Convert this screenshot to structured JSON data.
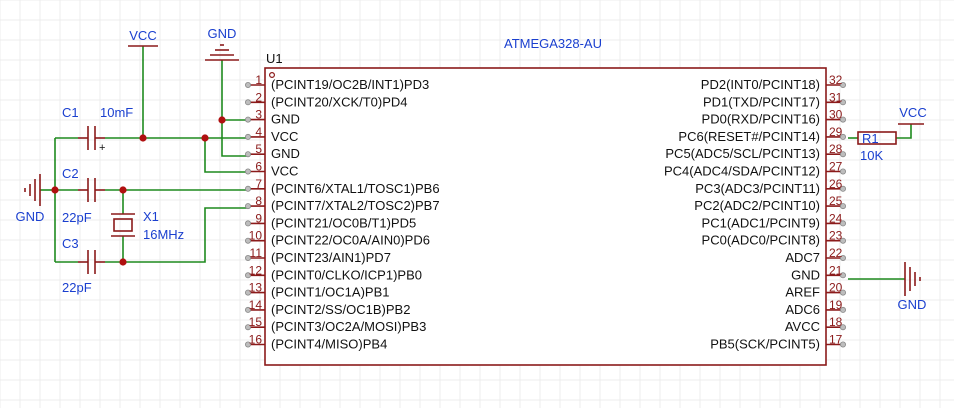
{
  "colors": {
    "grid": "#ececec",
    "wire": "#1e8a1e",
    "comp": "#8b1a1a",
    "label": "#1a3fcf",
    "text": "#111111",
    "junction": "#b01010"
  },
  "chip": {
    "ref": "U1",
    "part": "ATMEGA328-AU",
    "left_pins": [
      {
        "num": "1",
        "name": "(PCINT19/OC2B/INT1)PD3"
      },
      {
        "num": "2",
        "name": "(PCINT20/XCK/T0)PD4"
      },
      {
        "num": "3",
        "name": "GND"
      },
      {
        "num": "4",
        "name": "VCC"
      },
      {
        "num": "5",
        "name": "GND"
      },
      {
        "num": "6",
        "name": "VCC"
      },
      {
        "num": "7",
        "name": "(PCINT6/XTAL1/TOSC1)PB6"
      },
      {
        "num": "8",
        "name": "(PCINT7/XTAL2/TOSC2)PB7"
      },
      {
        "num": "9",
        "name": "(PCINT21/OC0B/T1)PD5"
      },
      {
        "num": "10",
        "name": "(PCINT22/OC0A/AIN0)PD6"
      },
      {
        "num": "11",
        "name": "(PCINT23/AIN1)PD7"
      },
      {
        "num": "12",
        "name": "(PCINT0/CLKO/ICP1)PB0"
      },
      {
        "num": "13",
        "name": "(PCINT1/OC1A)PB1"
      },
      {
        "num": "14",
        "name": "(PCINT2/SS/OC1B)PB2"
      },
      {
        "num": "15",
        "name": "(PCINT3/OC2A/MOSI)PB3"
      },
      {
        "num": "16",
        "name": "(PCINT4/MISO)PB4"
      }
    ],
    "right_pins": [
      {
        "num": "32",
        "name": "PD2(INT0/PCINT18)"
      },
      {
        "num": "31",
        "name": "PD1(TXD/PCINT17)"
      },
      {
        "num": "30",
        "name": "PD0(RXD/PCINT16)"
      },
      {
        "num": "29",
        "name": "PC6(RESET#/PCINT14)"
      },
      {
        "num": "28",
        "name": "PC5(ADC5/SCL/PCINT13)"
      },
      {
        "num": "27",
        "name": "PC4(ADC4/SDA/PCINT12)"
      },
      {
        "num": "26",
        "name": "PC3(ADC3/PCINT11)"
      },
      {
        "num": "25",
        "name": "PC2(ADC2/PCINT10)"
      },
      {
        "num": "24",
        "name": "PC1(ADC1/PCINT9)"
      },
      {
        "num": "23",
        "name": "PC0(ADC0/PCINT8)"
      },
      {
        "num": "22",
        "name": "ADC7"
      },
      {
        "num": "21",
        "name": "GND"
      },
      {
        "num": "20",
        "name": "AREF"
      },
      {
        "num": "19",
        "name": "ADC6"
      },
      {
        "num": "18",
        "name": "AVCC"
      },
      {
        "num": "17",
        "name": "PB5(SCK/PCINT5)"
      }
    ]
  },
  "power": {
    "vcc_top": "VCC",
    "gnd_top": "GND",
    "gnd_left": "GND",
    "vcc_right": "VCC",
    "gnd_right": "GND"
  },
  "components": {
    "c1": {
      "ref": "C1",
      "value": "10mF",
      "polarity": "+"
    },
    "c2": {
      "ref": "C2",
      "value": "22pF"
    },
    "c3": {
      "ref": "C3",
      "value": "22pF"
    },
    "x1": {
      "ref": "X1",
      "value": "16MHz"
    },
    "r1": {
      "ref": "R1",
      "value": "10K"
    }
  }
}
